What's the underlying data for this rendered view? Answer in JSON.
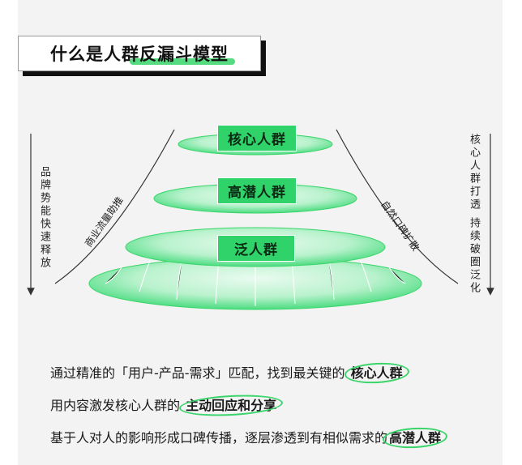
{
  "title": "什么是人群反漏斗模型",
  "funnel": {
    "levels": [
      "核心人群",
      "高潜人群",
      "泛人群"
    ]
  },
  "left": {
    "vertical": "品牌势能快速释放",
    "curve": "商业流量助推"
  },
  "right": {
    "vertical": "核心人群打透 持续破圈泛化",
    "curve": "自然口碑扩散"
  },
  "lines": [
    {
      "text": "通过精准的「用户-产品-需求」匹配，找到最关键的",
      "highlight": "核心人群"
    },
    {
      "text": "用内容激发核心人群的",
      "highlight": "主动回应和分享"
    },
    {
      "text": "基于人对人的影响形成口碑传播，逐层渗透到有相似需求的",
      "highlight": "高潜人群"
    }
  ],
  "colors": {
    "accent": "#2fd36a"
  }
}
